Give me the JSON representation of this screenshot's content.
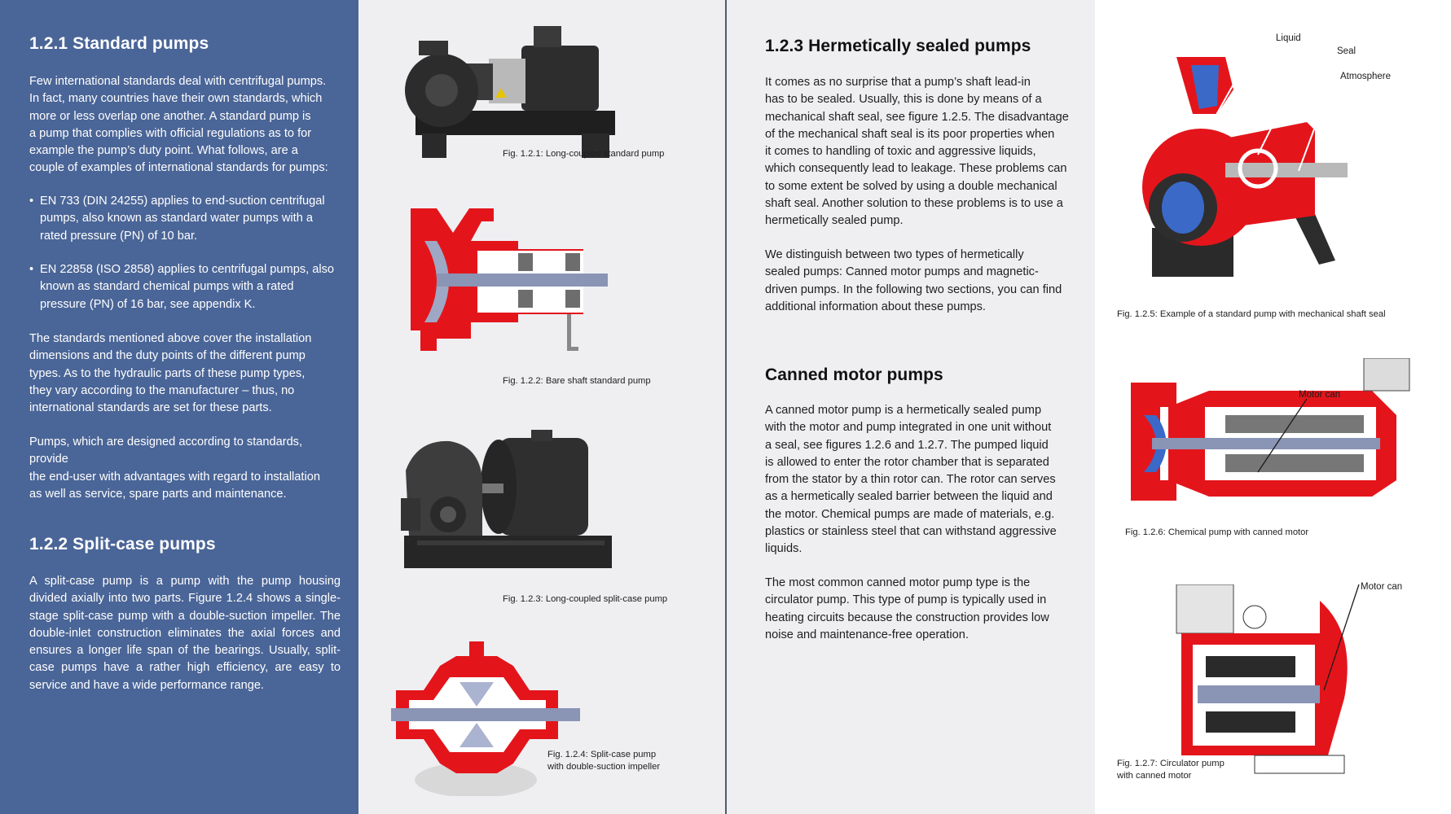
{
  "left": {
    "standard_heading": "1.2.1 Standard pumps",
    "standard_p1_lines": [
      "Few international standards deal with centrifugal pumps.",
      "In fact, many countries have their own standards, which",
      "more or less overlap one another. A standard pump is",
      "a pump that complies with official regulations as to for",
      "example the pump’s duty point. What follows, are a",
      "couple of examples of international standards for pumps:"
    ],
    "bullets": [
      {
        "lines": [
          "EN 733 (DIN 24255) applies to end-suction centrifugal",
          "pumps, also known as standard water pumps with a",
          "rated pressure (PN) of 10 bar."
        ]
      },
      {
        "lines": [
          "EN 22858 (ISO 2858) applies to centrifugal pumps, also",
          "known as standard chemical pumps with a rated",
          "pressure (PN) of 16 bar, see appendix K."
        ]
      }
    ],
    "bullet_symbol": "•",
    "standard_p2_lines": [
      "The standards mentioned above cover the installation",
      "dimensions and the duty points of the different pump",
      "types. As to the hydraulic parts of these pump types,",
      "they vary according to the manufacturer – thus, no",
      "international standards are set for these parts."
    ],
    "standard_p3_lines": [
      "Pumps, which are designed according to standards, provide",
      "the end-user with advantages with regard to installation",
      "as well as service, spare parts and maintenance."
    ],
    "split_heading": "1.2.2 Split-case pumps",
    "split_p1": "A split-case pump is a pump with the pump housing divided axially into two parts. Figure 1.2.4 shows a single-stage split-case pump with a double-suction impeller. The double-inlet construction eliminates the axial forces and ensures a longer life span of the bearings. Usually, split-case pumps have a rather high efficiency, are easy to service and have a wide performance range."
  },
  "figures_left": {
    "fig1": "Fig. 1.2.1: Long-coupled standard pump",
    "fig2": "Fig. 1.2.2: Bare shaft standard pump",
    "fig3": "Fig. 1.2.3: Long-coupled split-case pump",
    "fig4_line1": "Fig. 1.2.4: Split-case pump",
    "fig4_line2": "with double-suction impeller"
  },
  "right": {
    "hermetic_heading": "1.2.3 Hermetically sealed pumps",
    "hermetic_p1_lines": [
      "It comes as no surprise that a pump’s shaft lead-in",
      "has to be sealed. Usually, this is done by means of a",
      "mechanical shaft seal, see figure 1.2.5. The disadvantage",
      "of the mechanical shaft seal is its poor properties when",
      "it comes to handling of toxic and aggressive liquids,",
      "which consequently lead to leakage. These problems can",
      "to some extent be solved by using a double mechanical",
      "shaft seal. Another solution to these problems is to use a",
      "hermetically sealed pump."
    ],
    "hermetic_p2_lines": [
      "We distinguish between two types of hermetically",
      "sealed pumps: Canned motor pumps and magnetic-",
      "driven pumps. In the following two sections, you can find",
      "additional information about these pumps."
    ],
    "canned_heading": "Canned motor pumps",
    "canned_p1_lines": [
      "A canned motor pump is a hermetically sealed pump",
      "with the motor and pump integrated in one unit without",
      "a seal, see figures 1.2.6 and 1.2.7. The pumped liquid",
      "is allowed to enter the rotor chamber that is separated",
      "from the stator by a thin rotor can. The rotor can serves",
      "as a hermetically sealed barrier between the liquid and",
      "the motor. Chemical pumps are made of materials, e.g.",
      "plastics or stainless steel that can withstand aggressive",
      "liquids."
    ],
    "canned_p2_lines": [
      "The most common canned motor pump type is the",
      "circulator pump. This type of pump is typically used in",
      "heating circuits because the construction provides low",
      "noise and maintenance-free operation."
    ]
  },
  "figures_right": {
    "fig5": "Fig. 1.2.5: Example of a standard pump with mechanical shaft seal",
    "fig5_callouts": {
      "liquid": "Liquid",
      "seal": "Seal",
      "atmosphere": "Atmosphere"
    },
    "fig6": "Fig. 1.2.6: Chemical pump with canned motor",
    "fig6_callout": "Motor can",
    "fig7_line1": "Fig. 1.2.7: Circulator pump",
    "fig7_line2": "with canned motor",
    "fig7_callout": "Motor can"
  },
  "colors": {
    "left_panel": "#4a6597",
    "page_grey": "#efeff2",
    "pump_red": "#e3151b",
    "pump_dark": "#2b2b2b",
    "shaft_blue": "#8a94b5",
    "impeller_blue": "#3a69c8"
  }
}
